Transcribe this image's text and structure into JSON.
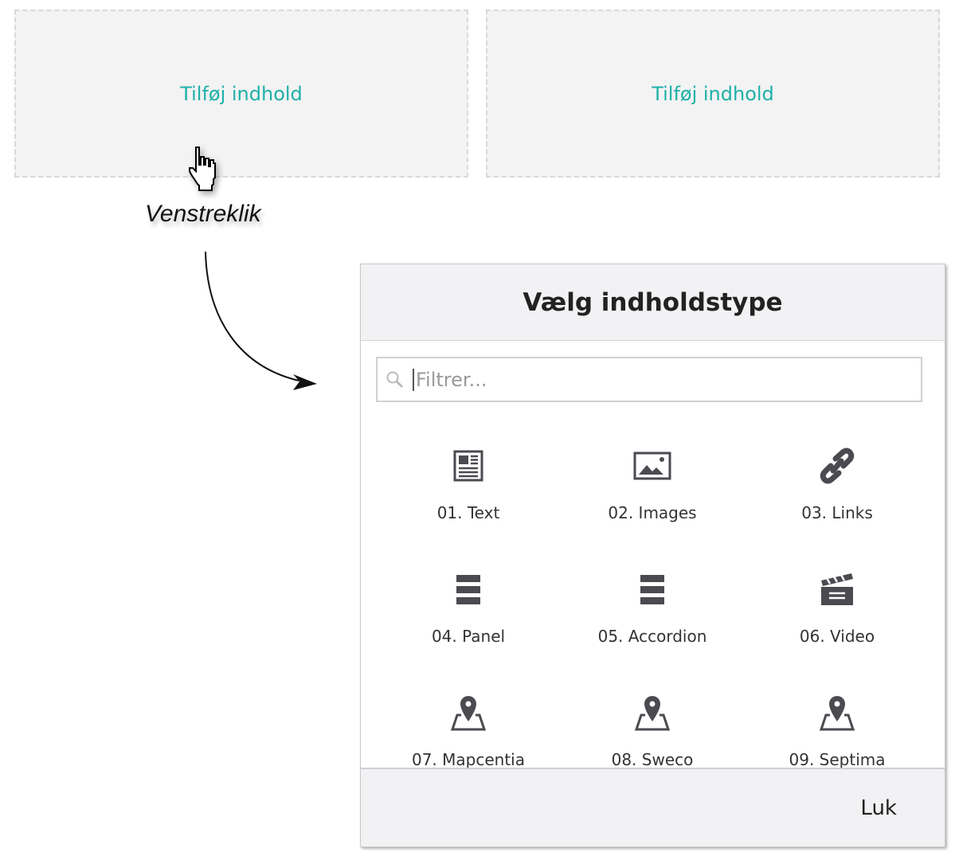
{
  "slots": [
    {
      "label": "Tilføj indhold"
    },
    {
      "label": "Tilføj indhold"
    }
  ],
  "annotation": {
    "label": "Venstreklik"
  },
  "modal": {
    "title": "Vælg indholdstype",
    "search": {
      "placeholder": "Filtrer...",
      "value": ""
    },
    "items": [
      {
        "label": "01. Text",
        "icon": "article-icon"
      },
      {
        "label": "02. Images",
        "icon": "image-icon"
      },
      {
        "label": "03. Links",
        "icon": "link-icon"
      },
      {
        "label": "04. Panel",
        "icon": "panel-icon"
      },
      {
        "label": "05. Accordion",
        "icon": "accordion-icon"
      },
      {
        "label": "06. Video",
        "icon": "video-icon"
      },
      {
        "label": "07. Mapcentia",
        "icon": "map-pin-icon"
      },
      {
        "label": "08. Sweco",
        "icon": "map-pin-icon"
      },
      {
        "label": "09. Septima",
        "icon": "map-pin-icon"
      }
    ],
    "close_label": "Luk"
  },
  "colors": {
    "accent": "#1fb0a8",
    "icon": "#4a4a50"
  }
}
